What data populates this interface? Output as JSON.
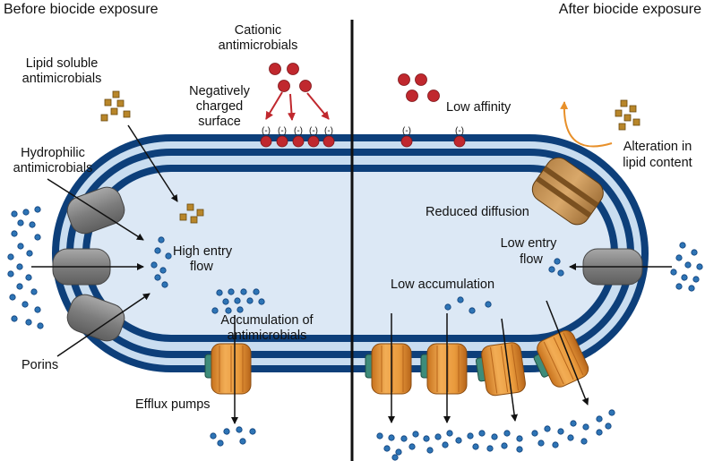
{
  "headings": {
    "before": "Before biocide exposure",
    "after": "After biocide exposure"
  },
  "labels": {
    "cationic_line1": "Cationic",
    "cationic_line2": "antimicrobials",
    "lipid_soluble_line1": "Lipid soluble",
    "lipid_soluble_line2": "antimicrobials",
    "negative_line1": "Negatively",
    "negative_line2": "charged",
    "negative_line3": "surface",
    "hydrophilic_line1": "Hydrophilic",
    "hydrophilic_line2": "antimicrobials",
    "high_entry_line1": "High entry",
    "high_entry_line2": "flow",
    "porins": "Porins",
    "accumulation_line1": "Accumulation of",
    "accumulation_line2": "antimicrobials",
    "efflux_pumps": "Efflux pumps",
    "low_affinity": "Low affinity",
    "alteration_line1": "Alteration in",
    "alteration_line2": "lipid content",
    "reduced_diffusion": "Reduced diffusion",
    "low_entry_line1": "Low entry",
    "low_entry_line2": "flow",
    "low_accumulation": "Low accumulation",
    "negative_charge_symbol": "(-)"
  },
  "colors": {
    "membrane_dark": "#0d3f7a",
    "membrane_light": "#c9ddf0",
    "cytoplasm": "#dce8f5",
    "cationic_red": "#c0282e",
    "hydrophilic_blue": "#2e74b5",
    "lipid_gold": "#b8862a",
    "porin_gray": "#8a8a8a",
    "pump_orange": "#e99a3c",
    "arrow_red": "#c0282e",
    "arrow_orange": "#e8902a"
  }
}
